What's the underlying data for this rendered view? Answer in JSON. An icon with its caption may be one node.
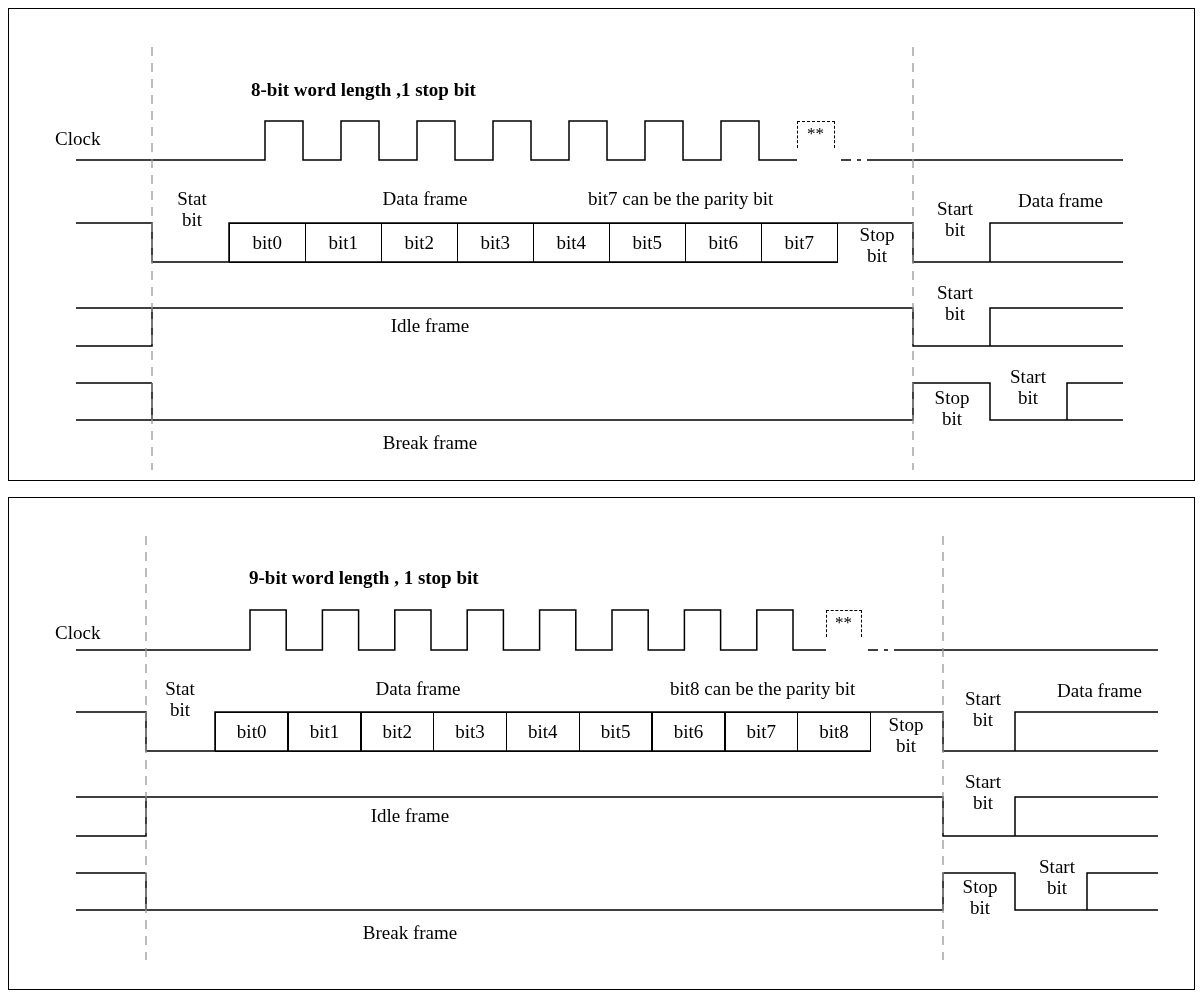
{
  "diagram": {
    "nodes": [
      {
        "text": [
          "8-bit word length ,1 stop bit"
        ]
      },
      {
        "text": [
          "**"
        ],
        "in": 0
      },
      {
        "text": [
          "bit0"
        ],
        "in": 0
      },
      {
        "text": [
          "bit1"
        ],
        "in": 0
      },
      {
        "text": [
          "bit2"
        ],
        "in": 0
      },
      {
        "text": [
          "bit3"
        ],
        "in": 0
      },
      {
        "text": [
          "bit4"
        ],
        "in": 0
      },
      {
        "text": [
          "bit5"
        ],
        "in": 0
      },
      {
        "text": [
          "bit6"
        ],
        "in": 0
      },
      {
        "text": [
          "bit7"
        ],
        "in": 0
      },
      {
        "text": [
          "9-bit word length , 1 stop bit"
        ]
      },
      {
        "text": [
          "**"
        ],
        "in": 10
      },
      {
        "text": [
          "bit0"
        ],
        "in": 10
      },
      {
        "text": [
          "bit1"
        ],
        "in": 10
      },
      {
        "text": [
          "bit2"
        ],
        "in": 10
      },
      {
        "text": [
          "bit3"
        ],
        "in": 10
      },
      {
        "text": [
          "bit4"
        ],
        "in": 10
      },
      {
        "text": [
          "bit5"
        ],
        "in": 10
      },
      {
        "text": [
          "bit6"
        ],
        "in": 10
      },
      {
        "text": [
          "bit7"
        ],
        "in": 10
      },
      {
        "text": [
          "bit8"
        ],
        "in": 10
      }
    ],
    "labels": [
      "Clock",
      "Stat bit",
      "Data frame",
      "bit7 can be the parity bit",
      "Stop bit",
      "Start bit",
      "Data frame",
      "Idle frame",
      "Start bit",
      "Stop bit",
      "Start bit",
      "Break frame",
      "Clock",
      "Stat bit",
      "Data frame",
      "bit8 can be the parity bit",
      "Stop bit",
      "Start bit",
      "Data frame",
      "Idle frame",
      "Start bit",
      "Stop bit",
      "Start bit",
      "Break frame"
    ]
  }
}
